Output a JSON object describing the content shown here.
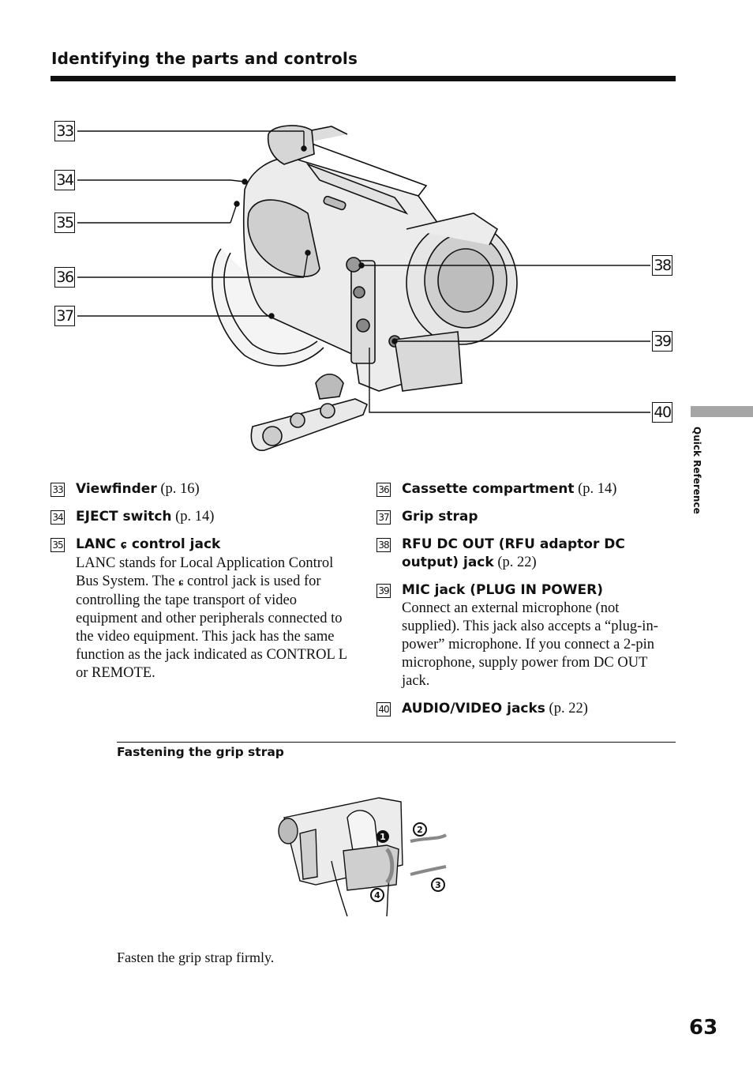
{
  "header": {
    "section_title": "Identifying the parts and controls"
  },
  "callouts": [
    "33",
    "34",
    "35",
    "36",
    "37",
    "38",
    "39",
    "40"
  ],
  "left_column": [
    {
      "num": "33",
      "name": "Viewfinder",
      "ref": "(p. 16)"
    },
    {
      "num": "34",
      "name": "EJECT switch",
      "ref": "(p. 14)"
    },
    {
      "num": "35",
      "name_pre": "LANC",
      "symbol": "ɕ",
      "name_post": "control jack",
      "desc_1": "LANC stands for Local Application Control Bus System. The",
      "desc_symbol": "ɕ",
      "desc_2": "control jack is used for controlling the tape transport of video equipment and other peripherals connected to the video equipment. This jack has the same function as the jack indicated as CONTROL L or REMOTE."
    }
  ],
  "right_column": [
    {
      "num": "36",
      "name": "Cassette compartment",
      "ref": "(p. 14)"
    },
    {
      "num": "37",
      "name": "Grip strap",
      "ref": ""
    },
    {
      "num": "38",
      "name": "RFU DC OUT (RFU adaptor DC output) jack",
      "ref": "(p. 22)"
    },
    {
      "num": "39",
      "name": "MIC jack (PLUG IN POWER)",
      "ref": "",
      "desc": "Connect an external microphone (not supplied). This jack also accepts a “plug-in-power” microphone. If you connect a 2-pin microphone, supply power from DC OUT jack."
    },
    {
      "num": "40",
      "name": "AUDIO/VIDEO jacks",
      "ref": "(p. 22)"
    }
  ],
  "subsection": {
    "heading": "Fastening the grip strap",
    "steps": [
      "1",
      "2",
      "3",
      "4"
    ],
    "caption": "Fasten the grip strap firmly."
  },
  "side_label": "Quick Reference",
  "page_number": "63"
}
